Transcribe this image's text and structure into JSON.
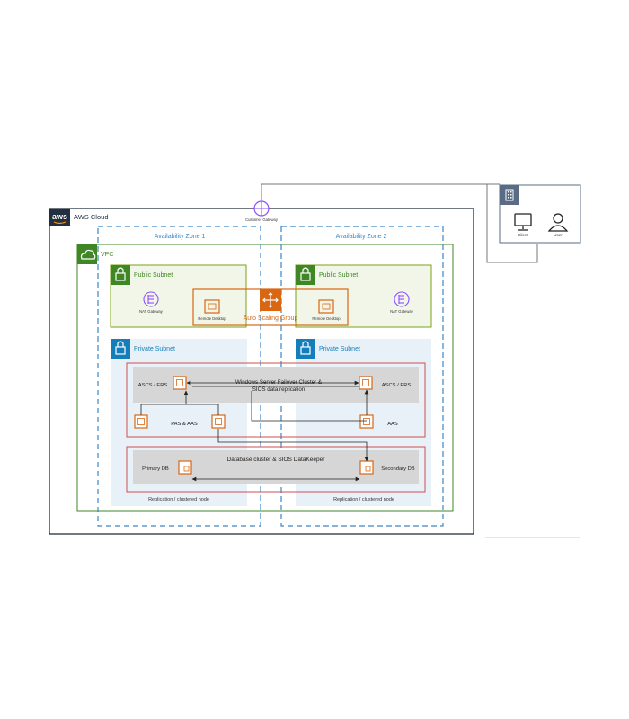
{
  "diagram": {
    "cloud_label": "AWS Cloud",
    "aws_logo_text": "aws",
    "vpc_label": "VPC",
    "customer_gateway_label": "Customer Gateway",
    "availability_zones": [
      {
        "label": "Availability Zone 1"
      },
      {
        "label": "Availability Zone 2"
      }
    ],
    "public_subnets": [
      {
        "label": "Public Subnet",
        "nat_label": "NAT Gateway",
        "desktop_label": "Remote Desktop"
      },
      {
        "label": "Public Subnet",
        "nat_label": "NAT Gateway",
        "desktop_label": "Remote Desktop"
      }
    ],
    "auto_scaling_label": "Auto Scaling Group",
    "private_subnets": [
      {
        "label": "Private Subnet",
        "replication_label": "Replication / clustered node"
      },
      {
        "label": "Private Subnet",
        "replication_label": "Replication / clustered node"
      }
    ],
    "cluster": {
      "title_line1": "Windows Server Failover Cluster &",
      "title_line2": "SIOS data replication",
      "ascs_left": "ASCS / ERS",
      "ascs_right": "ASCS / ERS",
      "pas_aas": "PAS & AAS",
      "aas": "AAS"
    },
    "database": {
      "title": "Database cluster & SIOS DataKeeper",
      "primary": "Primary DB",
      "secondary": "Secondary DB"
    },
    "corporate": {
      "client_label": "Client",
      "user_label": "User"
    },
    "colors": {
      "aws_dark": "#232f3e",
      "vpc_green": "#3f8624",
      "public_green": "#7aa116",
      "private_blue": "#147eba",
      "az_blue": "#3a87c8",
      "orange": "#d86613",
      "cluster_red": "#d04f4f",
      "gateway_purple": "#8c4fff",
      "corp_gray": "#5a6b86"
    }
  }
}
